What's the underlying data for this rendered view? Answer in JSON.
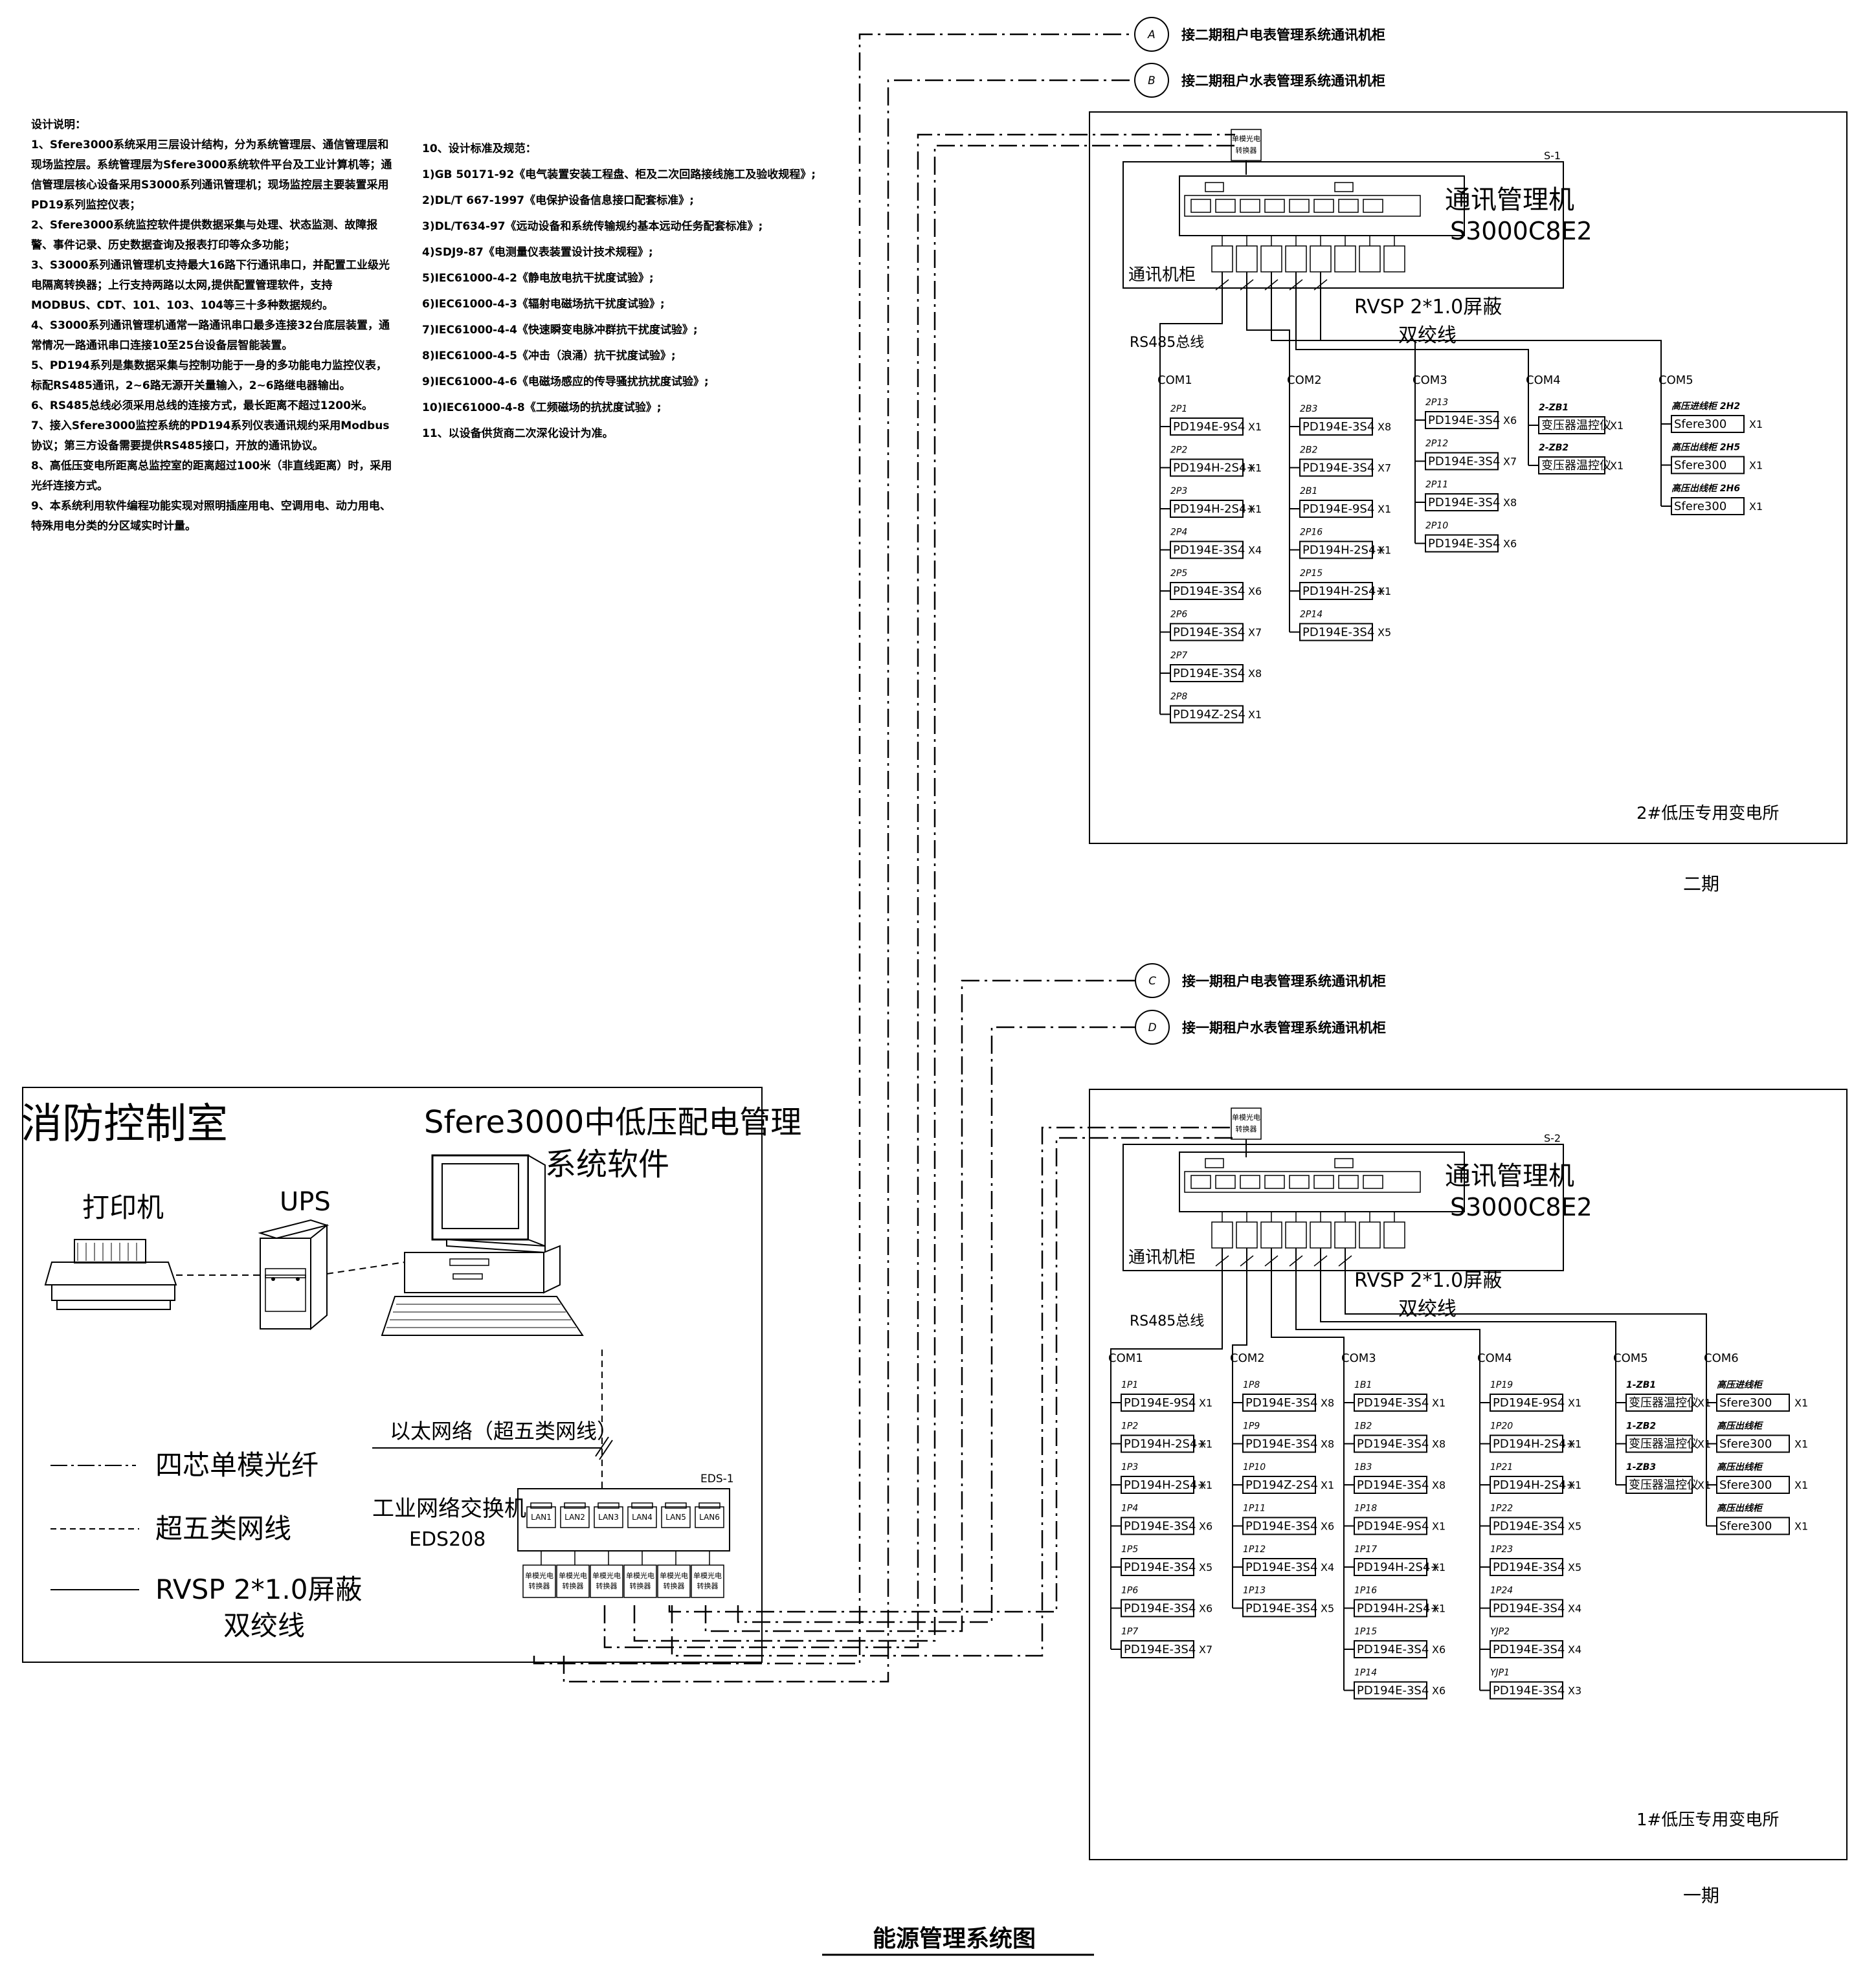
{
  "page_title": "能源管理系统图",
  "external_links": [
    {
      "tag": "A",
      "label": "接二期租户电表管理系统通讯机柜"
    },
    {
      "tag": "B",
      "label": "接二期租户水表管理系统通讯机柜"
    },
    {
      "tag": "C",
      "label": "接一期租户电表管理系统通讯机柜"
    },
    {
      "tag": "D",
      "label": "接一期租户水表管理系统通讯机柜"
    }
  ],
  "design_notes": {
    "heading": "设计说明：",
    "items": [
      "1、Sfere3000系统采用三层设计结构，分为系统管理层、通信管理层和现场监控层。系统管理层为Sfere3000系统软件平台及工业计算机等；通信管理层核心设备采用S3000系列通讯管理机；现场监控层主要装置采用PD19系列监控仪表；",
      "2、Sfere3000系统监控软件提供数据采集与处理、状态监测、故障报警、事件记录、历史数据查询及报表打印等众多功能；",
      "3、S3000系列通讯管理机支持最大16路下行通讯串口，并配置工业级光电隔离转换器；上行支持两路以太网,提供配置管理软件，支持",
      "MODBUS、CDT、101、103、104等三十多种数据规约。",
      "4、S3000系列通讯管理机通常一路通讯串口最多连接32台底层装置，通常情况一路通讯串口连接10至25台设备层智能装置。",
      "5、PD194系列是集数据采集与控制功能于一身的多功能电力监控仪表，标配RS485通讯，2~6路无源开关量输入，2~6路继电器输出。",
      "6、RS485总线必须采用总线的连接方式，最长距离不超过1200米。",
      "7、接入Sfere3000监控系统的PD194系列仪表通讯规约采用Modbus协议；第三方设备需要提供RS485接口，开放的通讯协议。",
      "8、高低压变电所距离总监控室的距离超过100米（非直线距离）时，采用光纤连接方式。",
      "9、本系统利用软件编程功能实现对照明插座用电、空调用电、动力用电、特殊用电分类的分区域实时计量。"
    ]
  },
  "standards": {
    "heading": "10、设计标准及规范：",
    "items": [
      "1)GB 50171-92《电气装置安装工程盘、柜及二次回路接线施工及验收规程》;",
      "2)DL/T 667-1997《电保护设备信息接口配套标准》;",
      "3)DL/T634-97《远动设备和系统传输规约基本远动任务配套标准》;",
      "4)SDJ9-87《电测量仪表装置设计技术规程》;",
      "5)IEC61000-4-2《静电放电抗干扰度试验》;",
      "6)IEC61000-4-3《辐射电磁场抗干扰度试验》;",
      "7)IEC61000-4-4《快速瞬变电脉冲群抗干扰度试验》;",
      "8)IEC61000-4-5《冲击（浪涌）抗干扰度试验》;",
      "9)IEC61000-4-6《电磁场感应的传导骚扰抗扰度试验》;",
      "10)IEC61000-4-8《工频磁场的抗扰度试验》;",
      "11、以设备供货商二次深化设计为准。"
    ]
  },
  "control_room": {
    "title": "消防控制室",
    "software": [
      "Sfere3000中低压配电管理",
      "系统软件"
    ],
    "printer": "打印机",
    "ups": "UPS",
    "ethernet_label": "以太网络（超五类网线）",
    "switch_label": [
      "工业网络交换机",
      "EDS208"
    ],
    "switch_tag": "EDS-1",
    "lan_ports": [
      "LAN1",
      "LAN2",
      "LAN3",
      "LAN4",
      "LAN5",
      "LAN6"
    ],
    "converter_label": [
      "单模光电",
      "转换器"
    ],
    "legend": [
      {
        "style": "dash-dot",
        "label": "四芯单模光纤"
      },
      {
        "style": "dash",
        "label": "超五类网线"
      },
      {
        "style": "solid",
        "label": [
          "RVSP 2*1.0屏蔽",
          "双绞线"
        ]
      }
    ]
  },
  "substations": [
    {
      "phase": "二期",
      "name": "2#低压专用变电所",
      "cabinet_tag": "S-1",
      "cabinet_label": "通讯机柜",
      "manager": [
        "通讯管理机",
        "S3000C8E2"
      ],
      "converter_label": [
        "单模光电",
        "转换器"
      ],
      "cable_label": [
        "RVSP 2*1.0屏蔽",
        "双绞线"
      ],
      "bus_label": "RS485总线",
      "coms": [
        {
          "name": "COM1",
          "devices": [
            {
              "tag": "2P1",
              "model": "PD194E-9S4",
              "qty": "X1"
            },
            {
              "tag": "2P2",
              "model": "PD194H-2S4+",
              "qty": "X1"
            },
            {
              "tag": "2P3",
              "model": "PD194H-2S4+",
              "qty": "X1"
            },
            {
              "tag": "2P4",
              "model": "PD194E-3S4",
              "qty": "X4"
            },
            {
              "tag": "2P5",
              "model": "PD194E-3S4",
              "qty": "X6"
            },
            {
              "tag": "2P6",
              "model": "PD194E-3S4",
              "qty": "X7"
            },
            {
              "tag": "2P7",
              "model": "PD194E-3S4",
              "qty": "X8"
            },
            {
              "tag": "2P8",
              "model": "PD194Z-2S4",
              "qty": "X1"
            }
          ]
        },
        {
          "name": "COM2",
          "devices": [
            {
              "tag": "2B3",
              "model": "PD194E-3S4",
              "qty": "X8"
            },
            {
              "tag": "2B2",
              "model": "PD194E-3S4",
              "qty": "X7"
            },
            {
              "tag": "2B1",
              "model": "PD194E-9S4",
              "qty": "X1"
            },
            {
              "tag": "2P16",
              "model": "PD194H-2S4+",
              "qty": "X1"
            },
            {
              "tag": "2P15",
              "model": "PD194H-2S4+",
              "qty": "X1"
            },
            {
              "tag": "2P14",
              "model": "PD194E-3S4",
              "qty": "X5"
            }
          ]
        },
        {
          "name": "COM3",
          "devices": [
            {
              "tag": "2P13",
              "model": "PD194E-3S4",
              "qty": "X6"
            },
            {
              "tag": "2P12",
              "model": "PD194E-3S4",
              "qty": "X7"
            },
            {
              "tag": "2P11",
              "model": "PD194E-3S4",
              "qty": "X8"
            },
            {
              "tag": "2P10",
              "model": "PD194E-3S4",
              "qty": "X6"
            }
          ]
        },
        {
          "name": "COM4",
          "devices": [
            {
              "tag": "2-ZB1",
              "model": "变压器温控仪",
              "qty": "X1"
            },
            {
              "tag": "2-ZB2",
              "model": "变压器温控仪",
              "qty": "X1"
            }
          ]
        },
        {
          "name": "COM5",
          "devices": [
            {
              "tag": "高压进线柜 2H2",
              "model": "Sfere300",
              "qty": "X1"
            },
            {
              "tag": "高压出线柜 2H5",
              "model": "Sfere300",
              "qty": "X1"
            },
            {
              "tag": "高压出线柜 2H6",
              "model": "Sfere300",
              "qty": "X1"
            }
          ]
        }
      ]
    },
    {
      "phase": "一期",
      "name": "1#低压专用变电所",
      "cabinet_tag": "S-2",
      "cabinet_label": "通讯机柜",
      "manager": [
        "通讯管理机",
        "S3000C8E2"
      ],
      "converter_label": [
        "单模光电",
        "转换器"
      ],
      "cable_label": [
        "RVSP 2*1.0屏蔽",
        "双绞线"
      ],
      "bus_label": "RS485总线",
      "coms": [
        {
          "name": "COM1",
          "devices": [
            {
              "tag": "1P1",
              "model": "PD194E-9S4",
              "qty": "X1"
            },
            {
              "tag": "1P2",
              "model": "PD194H-2S4+",
              "qty": "X1"
            },
            {
              "tag": "1P3",
              "model": "PD194H-2S4+",
              "qty": "X1"
            },
            {
              "tag": "1P4",
              "model": "PD194E-3S4",
              "qty": "X6"
            },
            {
              "tag": "1P5",
              "model": "PD194E-3S4",
              "qty": "X5"
            },
            {
              "tag": "1P6",
              "model": "PD194E-3S4",
              "qty": "X6"
            },
            {
              "tag": "1P7",
              "model": "PD194E-3S4",
              "qty": "X7"
            }
          ]
        },
        {
          "name": "COM2",
          "devices": [
            {
              "tag": "1P8",
              "model": "PD194E-3S4",
              "qty": "X8"
            },
            {
              "tag": "1P9",
              "model": "PD194E-3S4",
              "qty": "X8"
            },
            {
              "tag": "1P10",
              "model": "PD194Z-2S4",
              "qty": "X1"
            },
            {
              "tag": "1P11",
              "model": "PD194E-3S4",
              "qty": "X6"
            },
            {
              "tag": "1P12",
              "model": "PD194E-3S4",
              "qty": "X4"
            },
            {
              "tag": "1P13",
              "model": "PD194E-3S4",
              "qty": "X5"
            }
          ]
        },
        {
          "name": "COM3",
          "devices": [
            {
              "tag": "1B1",
              "model": "PD194E-3S4",
              "qty": "X1"
            },
            {
              "tag": "1B2",
              "model": "PD194E-3S4",
              "qty": "X8"
            },
            {
              "tag": "1B3",
              "model": "PD194E-3S4",
              "qty": "X8"
            },
            {
              "tag": "1P18",
              "model": "PD194E-9S4",
              "qty": "X1"
            },
            {
              "tag": "1P17",
              "model": "PD194H-2S4+",
              "qty": "X1"
            },
            {
              "tag": "1P16",
              "model": "PD194H-2S4+",
              "qty": "X1"
            },
            {
              "tag": "1P15",
              "model": "PD194E-3S4",
              "qty": "X6"
            },
            {
              "tag": "1P14",
              "model": "PD194E-3S4",
              "qty": "X6"
            }
          ]
        },
        {
          "name": "COM4",
          "devices": [
            {
              "tag": "1P19",
              "model": "PD194E-9S4",
              "qty": "X1"
            },
            {
              "tag": "1P20",
              "model": "PD194H-2S4+",
              "qty": "X1"
            },
            {
              "tag": "1P21",
              "model": "PD194H-2S4+",
              "qty": "X1"
            },
            {
              "tag": "1P22",
              "model": "PD194E-3S4",
              "qty": "X5"
            },
            {
              "tag": "1P23",
              "model": "PD194E-3S4",
              "qty": "X5"
            },
            {
              "tag": "1P24",
              "model": "PD194E-3S4",
              "qty": "X4"
            },
            {
              "tag": "YJP2",
              "model": "PD194E-3S4",
              "qty": "X4"
            },
            {
              "tag": "YJP1",
              "model": "PD194E-3S4",
              "qty": "X3"
            }
          ]
        },
        {
          "name": "COM5",
          "devices": [
            {
              "tag": "1-ZB1",
              "model": "变压器温控仪",
              "qty": "X1"
            },
            {
              "tag": "1-ZB2",
              "model": "变压器温控仪",
              "qty": "X1"
            },
            {
              "tag": "1-ZB3",
              "model": "变压器温控仪",
              "qty": "X1"
            }
          ]
        },
        {
          "name": "COM6",
          "devices": [
            {
              "tag": "高压进线柜",
              "model": "Sfere300",
              "qty": "X1"
            },
            {
              "tag": "高压出线柜",
              "model": "Sfere300",
              "qty": "X1"
            },
            {
              "tag": "高压出线柜",
              "model": "Sfere300",
              "qty": "X1"
            },
            {
              "tag": "高压出线柜",
              "model": "Sfere300",
              "qty": "X1"
            }
          ]
        }
      ]
    }
  ]
}
